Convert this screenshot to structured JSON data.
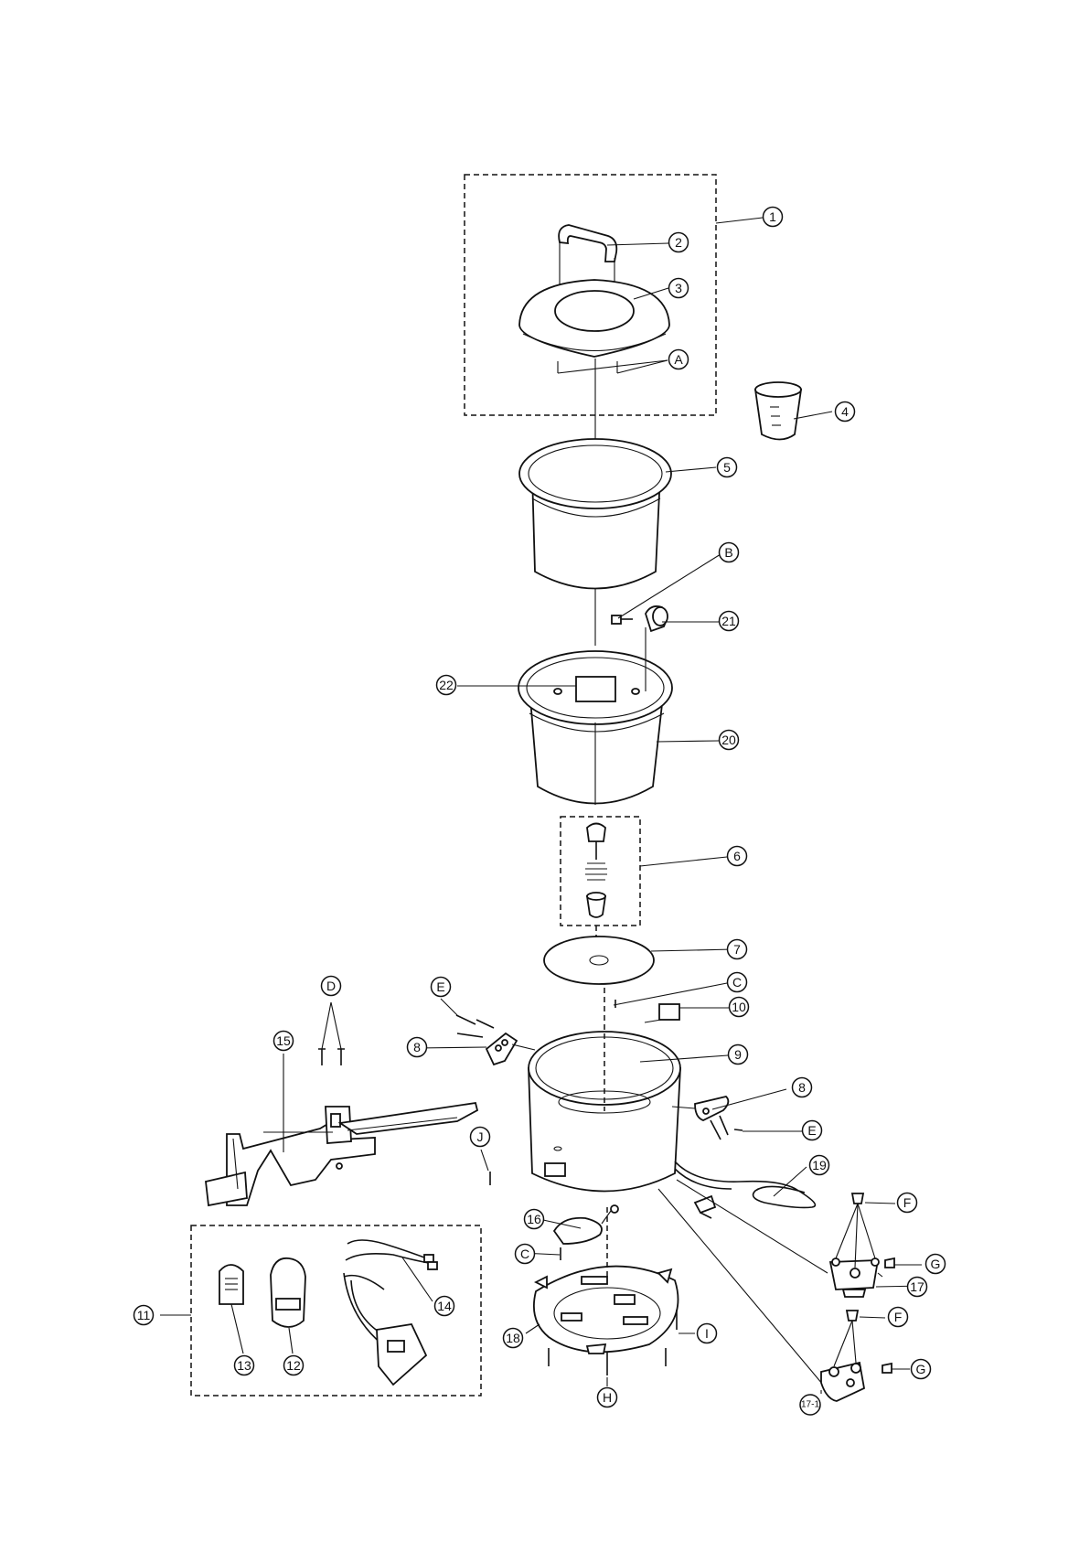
{
  "callouts": {
    "c1": "1",
    "c2": "2",
    "c3": "3",
    "cA": "A",
    "c4": "4",
    "c5": "5",
    "cB": "B",
    "c21": "21",
    "c22": "22",
    "c20": "20",
    "c6": "6",
    "c7": "7",
    "cC": "C",
    "c10": "10",
    "cD": "D",
    "cE": "E",
    "c15": "15",
    "c8": "8",
    "c9": "9",
    "c8b": "8",
    "cE2": "E",
    "cJ": "J",
    "c19": "19",
    "cF": "F",
    "c16": "16",
    "cC2": "C",
    "cG": "G",
    "c17": "17",
    "c14": "14",
    "c11": "11",
    "c18": "18",
    "cI": "I",
    "cF2": "F",
    "cG2": "G",
    "c13": "13",
    "c12": "12",
    "cH": "H",
    "c171": "17-1"
  }
}
